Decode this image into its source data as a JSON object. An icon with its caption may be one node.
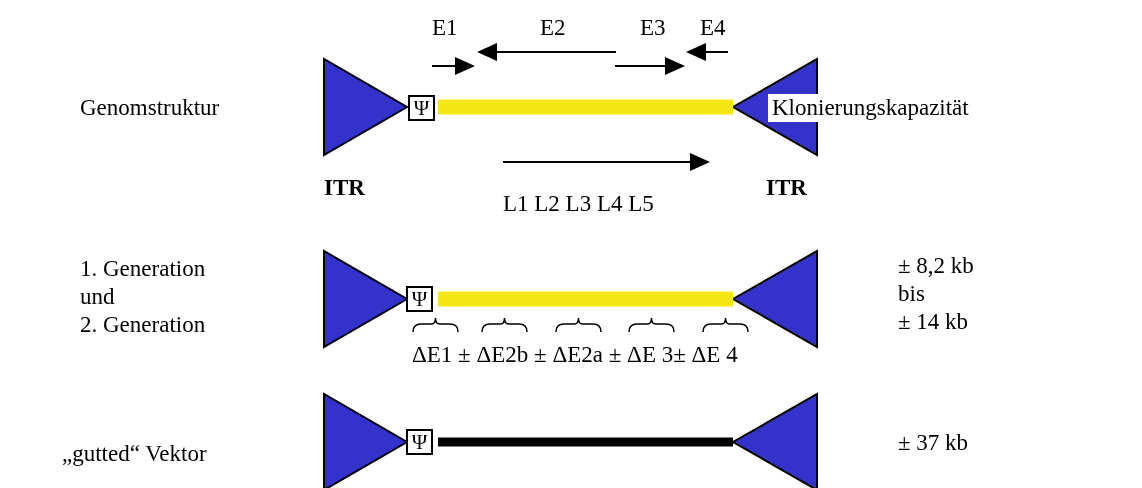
{
  "diagram": {
    "nodes": [
      {
        "text": [
          "Ψ"
        ]
      },
      {
        "text": [
          "Ψ"
        ]
      },
      {
        "text": [
          "Ψ"
        ]
      }
    ],
    "labels": [
      "E1",
      "E2",
      "E3",
      "E4",
      "Genomstruktur",
      "Klonierungskapazität",
      "ITR",
      "ITR",
      "L1 L2 L3 L4 L5",
      "1. Generation und 2. Generation",
      "± 8,2 kb bis ± 14 kb",
      "ΔE1 ± ΔE2b ± ΔE2a ± ΔE 3± ΔE 4",
      "„gutted“ Vektor",
      "± 37 kb"
    ]
  }
}
